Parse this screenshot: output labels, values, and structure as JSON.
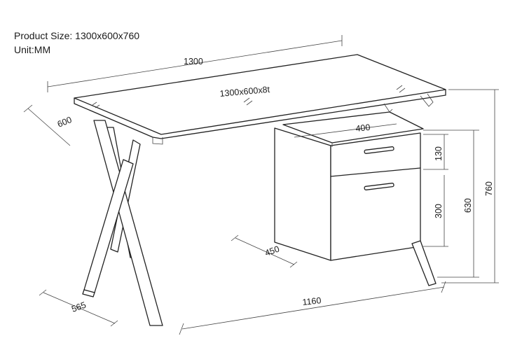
{
  "header": {
    "product_size": "Product Size: 1300x600x760",
    "unit": "Unit:MM"
  },
  "dimensions": {
    "top_length": "1300",
    "top_depth": "600",
    "top_spec": "1300x600x8t",
    "shelf_width": "400",
    "drawer_height": "130",
    "file_drawer_height": "300",
    "cabinet_height": "630",
    "total_height": "760",
    "cabinet_depth": "450",
    "base_depth": "565",
    "base_length": "1160"
  }
}
